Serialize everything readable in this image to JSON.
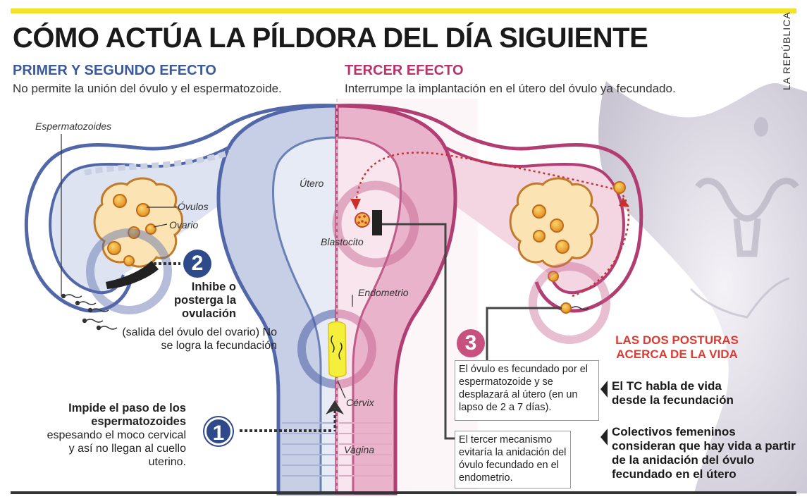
{
  "title": "CÓMO ACTÚA LA PÍLDORA DEL DÍA SIGUIENTE",
  "credit": "LA REPÚBLICA",
  "left_section": {
    "heading": "PRIMER Y SEGUNDO EFECTO",
    "description": "No permite la unión del óvulo y el espermatozoide."
  },
  "right_section": {
    "heading": "TERCER EFECTO",
    "description": "Interrumpe la implantación en el útero del óvulo ya fecundado."
  },
  "labels": {
    "sperm": "Espermatozoides",
    "ovules": "Óvulos",
    "ovary": "Ovario",
    "uterus": "Útero",
    "blastocyst": "Blastocito",
    "endometrium": "Endometrio",
    "cervix": "Cérvix",
    "vagina": "Vagina"
  },
  "effect1": {
    "number": "1",
    "bold_text": "Impide el paso de los espermatozoides",
    "text": "espesando el moco cervical y así no llegan al cuello uterino."
  },
  "effect2": {
    "number": "2",
    "bold_text": "Inhibe o posterga la ovulación",
    "text": "(salida del óvulo del ovario) No se logra la fecundación"
  },
  "effect3": {
    "number": "3",
    "box1": "El óvulo es fecundado por el espermatozoide y se desplazará al útero (en un lapso de 2 a 7 días).",
    "box2": "El tercer mecanismo evitaría la anidación del óvulo fecundado en el endometrio."
  },
  "positions": {
    "heading": "LAS DOS POSTURAS ACERCA DE LA VIDA",
    "item1": "El TC habla de vida desde la fecundación",
    "item2": "Colectivos femeninos consideran que hay vida a partir de la anidación del óvulo fecundado en el útero"
  },
  "colors": {
    "accent_yellow": "#f3e12a",
    "blue_heading": "#3a5a9c",
    "pink_heading": "#b8336a",
    "badge_blue": "#2e4a8a",
    "badge_pink": "#c8507e",
    "positions_red": "#e03a32"
  }
}
